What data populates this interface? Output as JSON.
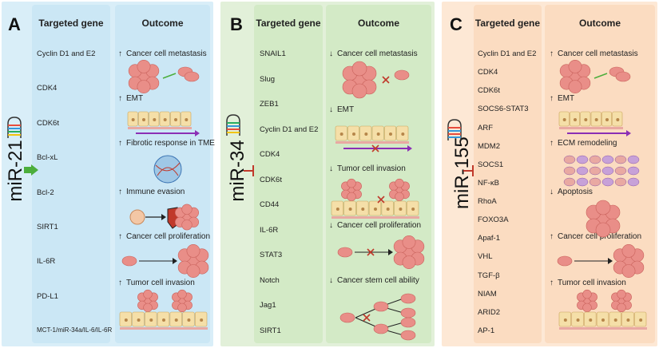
{
  "panels": [
    {
      "letter": "A",
      "mirna": "miR-21",
      "header_gene": "Targeted gene",
      "header_outcome": "Outcome",
      "genes": [
        "Cyclin D1 and E2",
        "CDK4",
        "CDK6t",
        "Bcl-xL",
        "Bcl-2",
        "SIRT1",
        "IL-6R",
        "PD-L1",
        "MCT-1/miR-34a/IL-6/IL-6R"
      ],
      "outcomes": [
        {
          "arrow": "↑",
          "text": "Cancer cell metastasis"
        },
        {
          "arrow": "↑",
          "text": "EMT"
        },
        {
          "arrow": "↑",
          "text": "Fibrotic response in TME"
        },
        {
          "arrow": "↑",
          "text": "Immune evasion"
        },
        {
          "arrow": "↑",
          "text": "Cancer cell proliferation"
        },
        {
          "arrow": "↑",
          "text": "Tumor cell invasion"
        }
      ]
    },
    {
      "letter": "B",
      "mirna": "miR-34",
      "header_gene": "Targeted gene",
      "header_outcome": "Outcome",
      "genes": [
        "SNAIL1",
        "Slug",
        "ZEB1",
        "Cyclin D1 and E2",
        "CDK4",
        "CDK6t",
        "CD44",
        "IL-6R",
        "STAT3",
        "Notch",
        "Jag1",
        "SIRT1"
      ],
      "outcomes": [
        {
          "arrow": "↓",
          "text": "Cancer cell metastasis"
        },
        {
          "arrow": "↓",
          "text": "EMT"
        },
        {
          "arrow": "↓",
          "text": "Tumor cell invasion"
        },
        {
          "arrow": "↓",
          "text": "Cancer cell proliferation"
        },
        {
          "arrow": "↓",
          "text": "Cancer stem cell ability"
        }
      ]
    },
    {
      "letter": "C",
      "mirna": "miR-155",
      "header_gene": "Targeted gene",
      "header_outcome": "Outcome",
      "genes": [
        "Cyclin D1 and E2",
        "CDK4",
        "CDK6t",
        "SOCS6-STAT3",
        "ARF",
        "MDM2",
        "SOCS1",
        "NF-κB",
        "RhoA",
        "FOXO3A",
        "Apaf-1",
        "VHL",
        "TGF-β",
        "NIAM",
        "ARID2",
        "AP-1"
      ],
      "outcomes": [
        {
          "arrow": "↑",
          "text": "Cancer cell metastasis"
        },
        {
          "arrow": "↑",
          "text": "EMT"
        },
        {
          "arrow": "↑",
          "text": "ECM remodeling"
        },
        {
          "arrow": "↓",
          "text": "Apoptosis"
        },
        {
          "arrow": "↑",
          "text": "Cancer cell proliferation"
        },
        {
          "arrow": "↑",
          "text": "Tumor cell invasion"
        }
      ]
    }
  ],
  "colors": {
    "panel_a": "#d9eef8",
    "panel_a_col": "#cbe7f5",
    "panel_b": "#e2f0d9",
    "panel_b_col": "#d3eac6",
    "panel_c": "#fde8d5",
    "panel_c_col": "#fbdcc1",
    "cell": "#e98e88",
    "purple_arrow": "#8b2fb5",
    "inhibit_red": "#c0392b",
    "activate_green": "#4cae3c"
  }
}
